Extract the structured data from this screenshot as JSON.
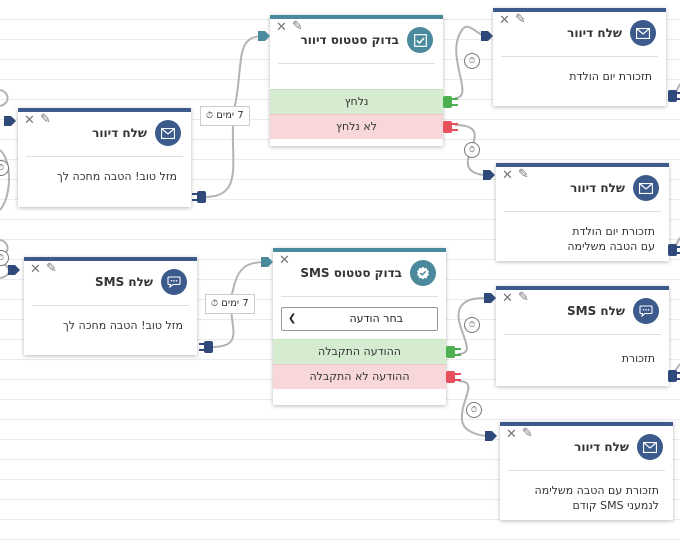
{
  "colors": {
    "email_header": "#3d5a8c",
    "status_header": "#4a8a9c",
    "success_row": "#d5ecd0",
    "fail_row": "#f7d7da",
    "success_plug": "#4caf50",
    "fail_plug": "#e8505b",
    "wire": "#b3b3b3"
  },
  "delays": {
    "d1": "7 ימים",
    "d2": "7 ימים"
  },
  "cards": {
    "email_bday": {
      "title": "שלח דיוור",
      "body": "תזכורת יום הולדת",
      "icon": "envelope-icon"
    },
    "status_email": {
      "title": "בדוק סטטוס דיוור",
      "icon": "checkbox-icon",
      "clicked": "נלחץ",
      "not_clicked": "לא נלחץ"
    },
    "email_luck": {
      "title": "שלח דיוור",
      "body": "מזל טוב! הטבה מחכה לך",
      "icon": "envelope-icon"
    },
    "email_bday_full": {
      "title": "שלח דיוור",
      "body": "תזכורת יום הולדת עם הטבה משלימה",
      "icon": "envelope-icon"
    },
    "sms_luck": {
      "title": "שלח SMS",
      "body": "מזל טוב! הטבה מחכה לך",
      "icon": "speech-bubble-icon"
    },
    "status_sms": {
      "title": "בדוק סטטוס SMS",
      "icon": "badge-check-icon",
      "select_value": "בחר הודעה",
      "received": "ההודעה התקבלה",
      "not_received": "ההודעה לא התקבלה"
    },
    "sms_reminder": {
      "title": "שלח SMS",
      "body": "תזכורת",
      "icon": "speech-bubble-icon"
    },
    "email_full_sms": {
      "title": "שלח דיוור",
      "body": "תזכורת עם הטבה משלימה לנמעני SMS קודם",
      "icon": "envelope-icon"
    }
  }
}
